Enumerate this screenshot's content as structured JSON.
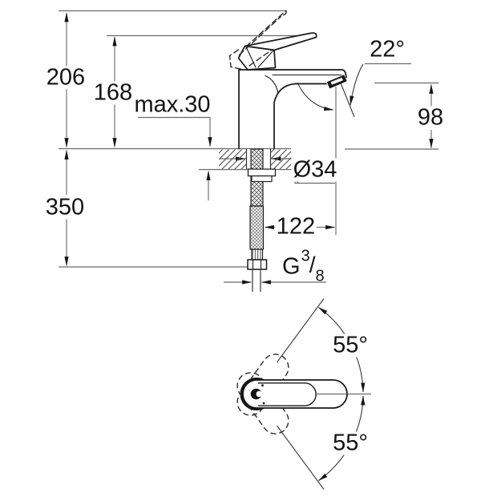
{
  "front_view": {
    "overall_height": "206",
    "spout_top_height": "168",
    "max_deck_thickness": "max.30",
    "below_deck_length": "350",
    "outlet_height": "98",
    "aerator_angle": "22°",
    "hole_diameter": "Ø34",
    "spout_reach": "122",
    "thread": {
      "prefix": "G",
      "numerator": "3",
      "slash": "/",
      "denominator": "8"
    }
  },
  "top_view": {
    "swivel_angle_upper": "55°",
    "swivel_angle_lower": "55°"
  }
}
